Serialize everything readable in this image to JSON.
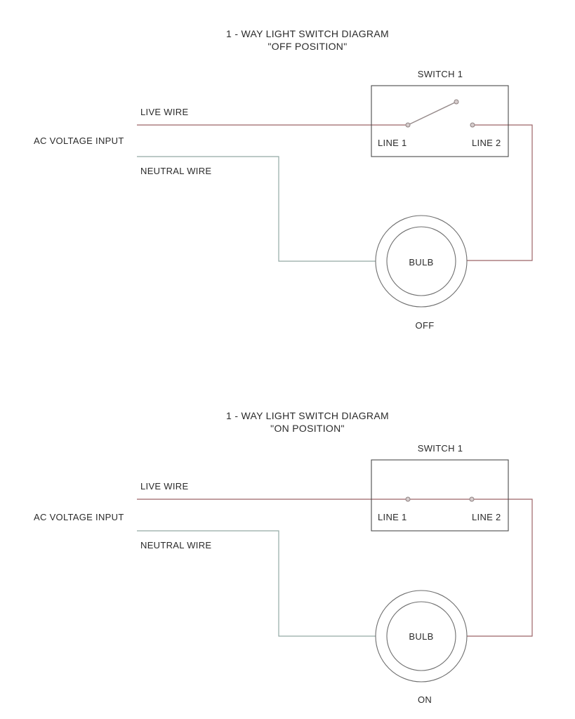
{
  "colors": {
    "live_wire": "#9c6468",
    "neutral_wire": "#93a9a5",
    "switch_lever": "#968a8a",
    "terminal_fill": "#d6cccc",
    "terminal_stroke": "#8d8181",
    "box_outline": "#4a4a4a",
    "bulb_outline": "#6e6e6e",
    "text": "#2b2b2b",
    "background": "#ffffff"
  },
  "diagrams": [
    {
      "title_line1": "1 - WAY LIGHT SWITCH DIAGRAM",
      "title_line2": "\"OFF POSITION\"",
      "switch_label": "SWITCH 1",
      "line1_label": "LINE 1",
      "line2_label": "LINE 2",
      "live_wire_label": "LIVE WIRE",
      "ac_input_label": "AC VOLTAGE INPUT",
      "neutral_wire_label": "NEUTRAL WIRE",
      "bulb_label": "BULB",
      "state_label": "OFF",
      "switch_state": "open"
    },
    {
      "title_line1": "1 - WAY LIGHT SWITCH DIAGRAM",
      "title_line2": "\"ON POSITION\"",
      "switch_label": "SWITCH 1",
      "line1_label": "LINE 1",
      "line2_label": "LINE 2",
      "live_wire_label": "LIVE WIRE",
      "ac_input_label": "AC VOLTAGE INPUT",
      "neutral_wire_label": "NEUTRAL WIRE",
      "bulb_label": "BULB",
      "state_label": "ON",
      "switch_state": "closed"
    }
  ]
}
